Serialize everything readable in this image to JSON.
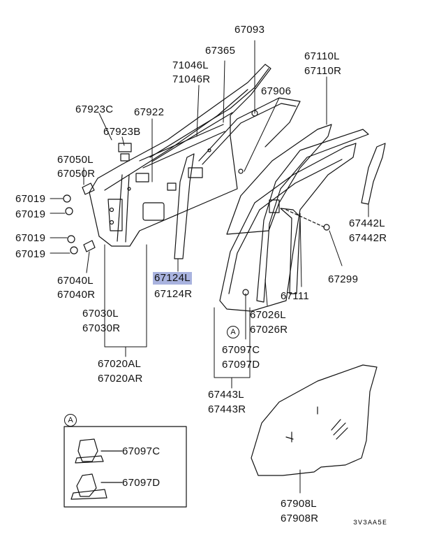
{
  "callouts": {
    "p67093": "67093",
    "p67365": "67365",
    "p71046l": "71046L",
    "p71046r": "71046R",
    "p67110l": "67110L",
    "p67110r": "67110R",
    "p67906": "67906",
    "p67923c": "67923C",
    "p67922": "67922",
    "p67923b": "67923B",
    "p67050l": "67050L",
    "p67050r": "67050R",
    "p67019a": "67019",
    "p67019b": "67019",
    "p67019c": "67019",
    "p67019d": "67019",
    "p67442l": "67442L",
    "p67442r": "67442R",
    "p67299": "67299",
    "p67040l": "67040L",
    "p67040r": "67040R",
    "p67124l": "67124L",
    "p67124r": "67124R",
    "p67111": "67111",
    "p67030l": "67030L",
    "p67030r": "67030R",
    "p67026l": "67026L",
    "p67026r": "67026R",
    "p67097c": "67097C",
    "p67097d": "67097D",
    "p67020al": "67020AL",
    "p67020ar": "67020AR",
    "p67443l": "67443L",
    "p67443r": "67443R",
    "p67908l": "67908L",
    "p67908r": "67908R"
  },
  "detail": {
    "marker": "A",
    "clip_c": "67097C",
    "clip_d": "67097D"
  },
  "ref_marker": "A",
  "highlight_color": "#a9b3df",
  "diagram_code": "3V3AA5E"
}
